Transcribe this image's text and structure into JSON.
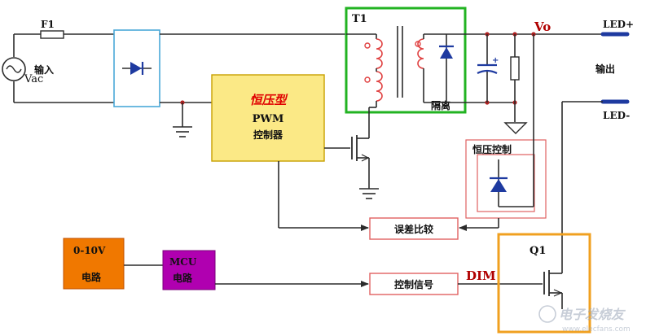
{
  "labels": {
    "fuse": "F1",
    "input": "输入",
    "vac": "Vac",
    "transformer": "T1",
    "vo": "Vo",
    "isolation": "隔离",
    "led_plus": "LED+",
    "output": "输出",
    "led_minus": "LED-",
    "cv_type": "恒压型",
    "pwm": "PWM",
    "controller": "控制器",
    "cv_control": "恒压控制",
    "error_compare": "误差比较",
    "control_signal": "控制信号",
    "dim": "DIM",
    "q1": "Q1",
    "range": "0-10V",
    "circuit_1": "电路",
    "mcu": "MCU",
    "circuit_2": "电路",
    "watermark": "电子发烧友",
    "watermark_url": "www.elecfans.com"
  },
  "colors": {
    "rectifier_border": "#4aa8d8",
    "pwm_fill": "#fbe986",
    "pwm_border": "#c8a000",
    "pwm_title": "#e00000",
    "isolation_border": "#22b322",
    "cv_border": "#e06060",
    "q1_border": "#f0a020",
    "box_010v": "#f07800",
    "box_mcu": "#b000b0",
    "small_box_border": "#e06060",
    "dim_text": "#b00000",
    "coil": "#e04040",
    "diode": "#1e3aa0",
    "led_terminal": "#1e3aa0",
    "capacitor": "#1e3aa0"
  }
}
